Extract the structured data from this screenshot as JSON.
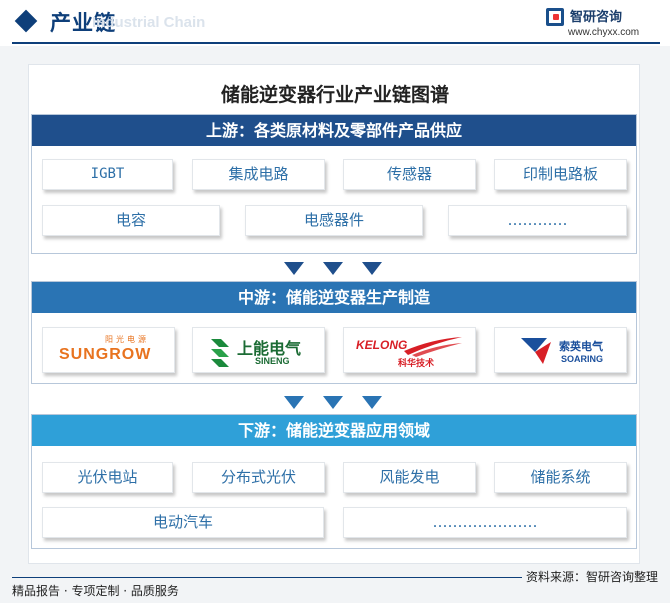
{
  "header": {
    "title": "产业链",
    "subtitle": "Industrial Chain",
    "brand_name": "智研咨询",
    "brand_url": "www.chyxx.com"
  },
  "card_title": "储能逆变器行业产业链图谱",
  "upstream": {
    "heading": "上游：各类原材料及零部件产品供应",
    "row1": [
      "IGBT",
      "集成电路",
      "传感器",
      "印制电路板"
    ],
    "row2": [
      "电容",
      "电感器件",
      "…………"
    ]
  },
  "midstream": {
    "heading": "中游：储能逆变器生产制造",
    "logos": [
      {
        "name": "SUNGROW",
        "sub": "阳光电源",
        "color": "#e8731f"
      },
      {
        "name": "上能电气",
        "sub": "SINENG",
        "color": "#1b8a3c"
      },
      {
        "name": "KELONG",
        "sub": "科华技术",
        "color": "#d81f26"
      },
      {
        "name": "索英电气",
        "sub": "SOARING",
        "color": "#1a4f9c"
      }
    ]
  },
  "downstream": {
    "heading": "下游：储能逆变器应用领域",
    "row1": [
      "光伏电站",
      "分布式光伏",
      "风能发电",
      "储能系统"
    ],
    "row2": [
      "电动汽车",
      "…………………"
    ]
  },
  "footer": {
    "left": "精品报告 · 专项定制 · 品质服务",
    "right": "资料来源：智研咨询整理"
  },
  "colors": {
    "upstream": "#1f4f8c",
    "midstream": "#2a74b4",
    "downstream": "#2fa0d8",
    "accent": "#0e3f7a"
  }
}
